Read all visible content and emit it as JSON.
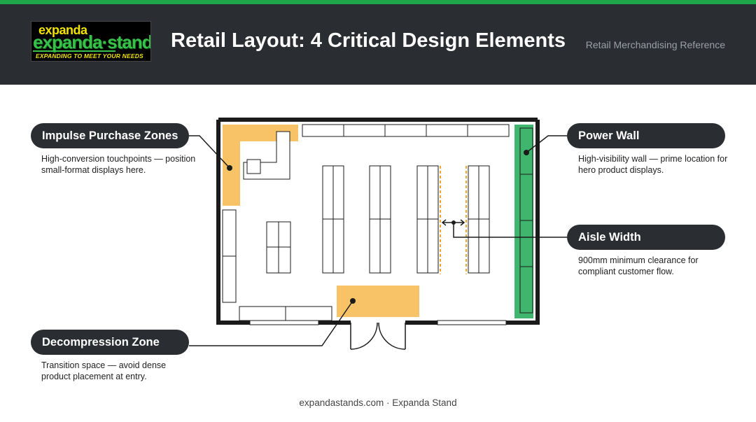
{
  "header": {
    "logo": {
      "top_word": "expanda",
      "main_word": "expanda·stand",
      "tagline": "EXPANDING TO MEET YOUR NEEDS"
    },
    "title": "Retail Layout: 4 Critical Design Elements",
    "subtitle": "Retail Merchandising Reference"
  },
  "callouts": {
    "impulse": {
      "title": "Impulse Purchase Zones",
      "description": "High-conversion touchpoints — position small-format displays here."
    },
    "power_wall": {
      "title": "Power Wall",
      "description": "High-visibility wall — prime location for hero product displays."
    },
    "aisle_width": {
      "title": "Aisle Width",
      "description": "900mm minimum clearance for compliant customer flow."
    },
    "decompression": {
      "title": "Decompression Zone",
      "description": "Transition space — avoid dense product placement at entry."
    }
  },
  "colors": {
    "header_bg": "#2a2d31",
    "accent_green": "#1fa64a",
    "impulse_orange": "#f7b84b",
    "power_wall_green": "#3fb56d",
    "wall": "#1b1b1b"
  },
  "footer": {
    "text": "expandastands.com · Expanda Stand"
  }
}
